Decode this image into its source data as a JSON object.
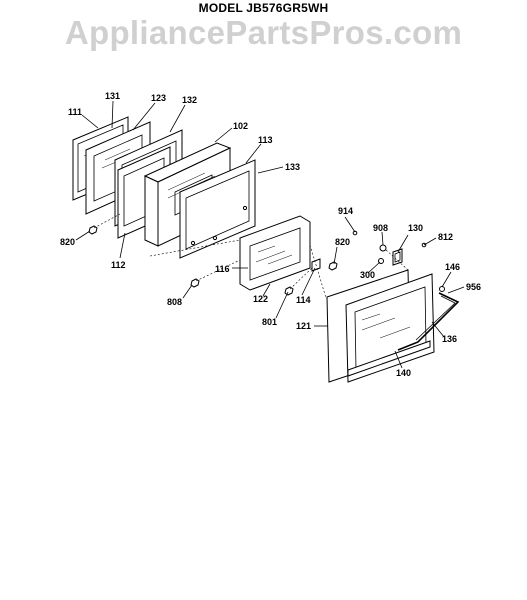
{
  "title": "MODEL JB576GR5WH",
  "watermark": "AppliancePartsPros.com",
  "part_labels": {
    "p111": "111",
    "p131": "131",
    "p123": "123",
    "p132": "132",
    "p102": "102",
    "p113": "113",
    "p133": "133",
    "p820a": "820",
    "p112": "112",
    "p116": "116",
    "p808": "808",
    "p122": "122",
    "p801": "801",
    "p114": "114",
    "p820b": "820",
    "p914": "914",
    "p908": "908",
    "p130": "130",
    "p812": "812",
    "p300": "300",
    "p146": "146",
    "p956": "956",
    "p121": "121",
    "p136": "136",
    "p140": "140"
  }
}
